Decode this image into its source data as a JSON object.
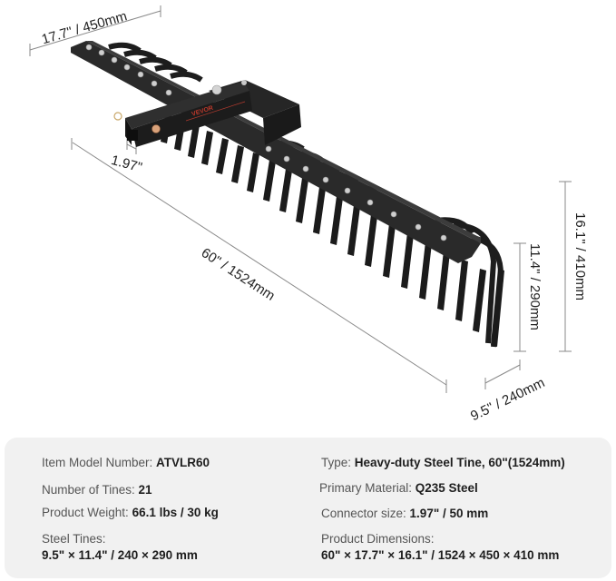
{
  "figure": {
    "subject": "tow-behind steel tine landscape rake with hitch connector",
    "brand_mark": "VEVOR",
    "colors": {
      "metal": "#1c1c1c",
      "metal_highlight": "#3a3a3a",
      "bolt": "#c9c9c9",
      "brand_red": "#c0392b",
      "dim_line": "#888888",
      "pin": "#d9a27a"
    },
    "dimensions": {
      "width_top": "17.7\" / 450mm",
      "connector": "1.97\"",
      "length": "60\" / 1524mm",
      "total_height": "16.1\" / 410mm",
      "tine_height": "11.4\" / 290mm",
      "tine_depth": "9.5\" / 240mm"
    }
  },
  "specs": {
    "left": [
      {
        "label": "Item Model Number: ",
        "value": "ATVLR60"
      },
      {
        "label": "Number of Tines: ",
        "value": "21"
      },
      {
        "label": "Product Weight: ",
        "value": "66.1 lbs / 30 kg"
      },
      {
        "label": "Steel Tines:",
        "value": "9.5\" × 11.4\" / 240 × 290 mm"
      }
    ],
    "right": [
      {
        "label": "Type: ",
        "value": "Heavy-duty Steel Tine, 60\"(1524mm)"
      },
      {
        "label": "Primary Material: ",
        "value": "Q235 Steel"
      },
      {
        "label": "Connector size: ",
        "value": "1.97\" / 50 mm"
      },
      {
        "label": "Product Dimensions:",
        "value": "60\" × 17.7\" × 16.1\" / 1524 × 450 × 410 mm"
      }
    ]
  }
}
